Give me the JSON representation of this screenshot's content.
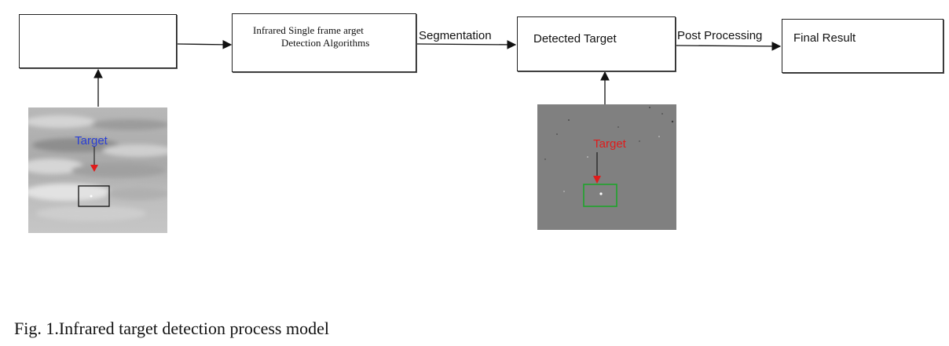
{
  "nodes": {
    "input_box": {
      "label": ""
    },
    "detection_box": {
      "line1": "Infrared  Single frame arget",
      "line2": "Detection Algorithms"
    },
    "detected_box": {
      "label": "Detected Target"
    },
    "final_box": {
      "label": "Final  Result"
    }
  },
  "edges": {
    "segmentation": "Segmentation",
    "post_processing": "Post Processing"
  },
  "images": {
    "infrared_input": {
      "target_label": "Target",
      "label_color": "#2a3fd6",
      "box_color": "#111111"
    },
    "detected_output": {
      "target_label": "Target",
      "label_color": "#e01b1b",
      "box_color": "#1fa32c"
    }
  },
  "colors": {
    "arrow": "#111111",
    "target_arrowhead": "#e01b1b"
  },
  "caption": "Fig. 1.Infrared target detection process model"
}
